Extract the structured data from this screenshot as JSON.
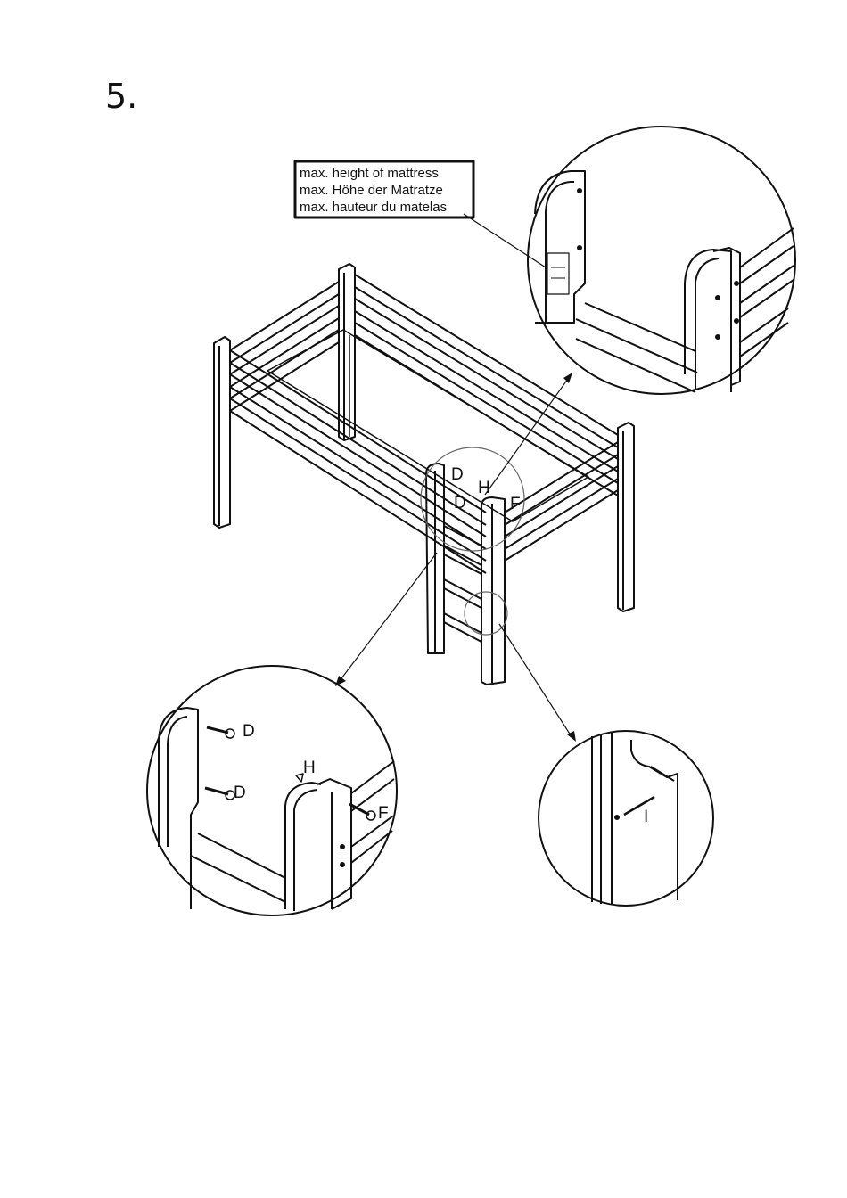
{
  "step": "5.",
  "mattress_note": {
    "lines": [
      "max. height of mattress",
      "max. Höhe der Matratze",
      "max. hauteur du matelas"
    ]
  },
  "parts": {
    "d": "D",
    "h": "H",
    "f": "F",
    "i": "I"
  }
}
